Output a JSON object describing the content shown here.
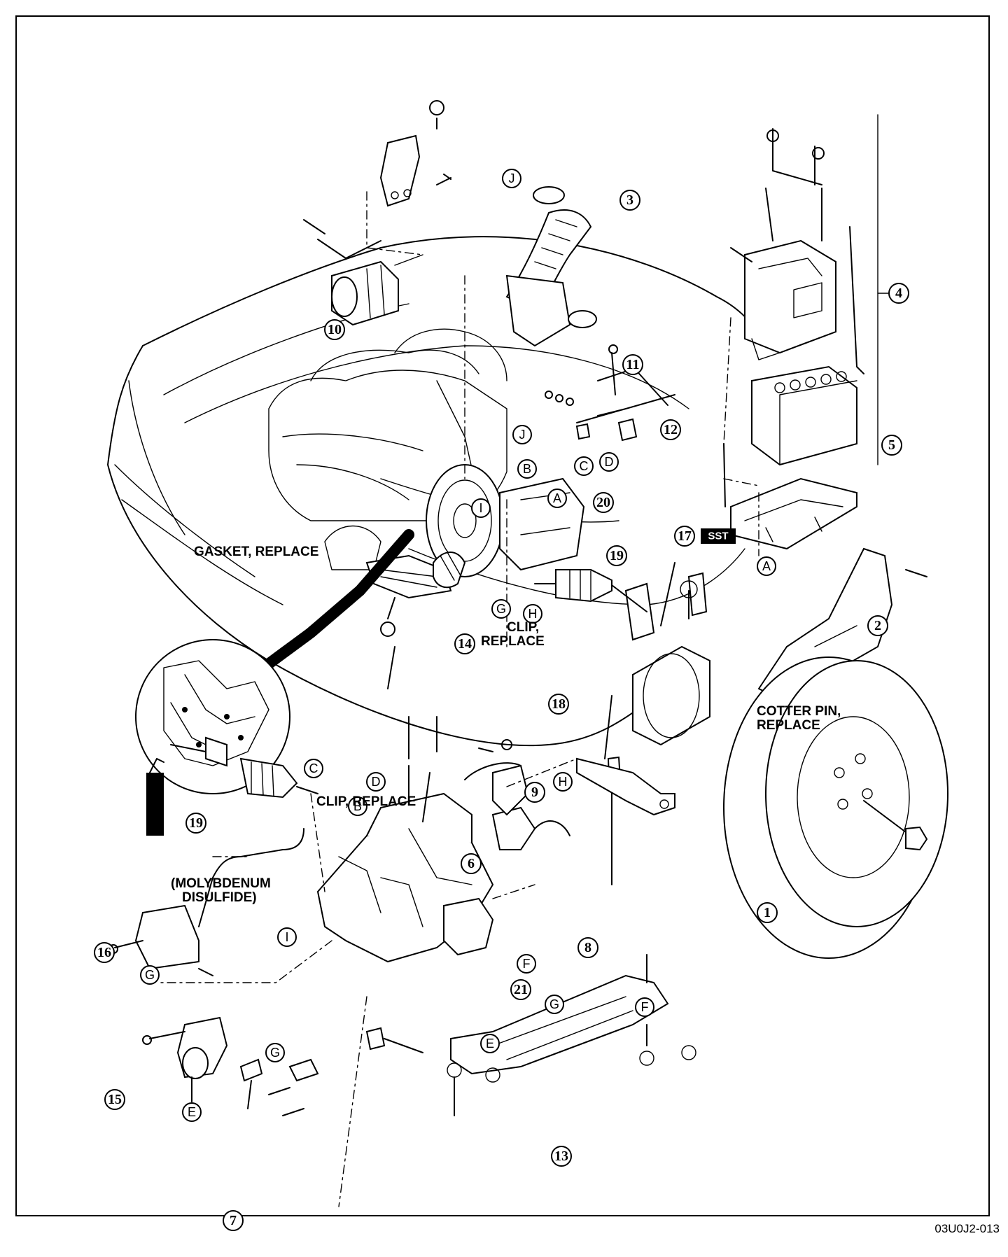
{
  "figure_id": "03U0J2-013",
  "callouts": {
    "c1": "1",
    "c2": "2",
    "c3": "3",
    "c4": "4",
    "c5": "5",
    "c6": "6",
    "c7": "7",
    "c8": "8",
    "c9": "9",
    "c10": "10",
    "c11": "11",
    "c12": "12",
    "c13": "13",
    "c14": "14",
    "c15": "15",
    "c16": "16",
    "c17": "17",
    "c18": "18",
    "c19a": "19",
    "c19b": "19",
    "c20": "20",
    "c21": "21"
  },
  "letters": {
    "A1": "A",
    "A2": "A",
    "B1": "B",
    "B2": "B",
    "C1": "C",
    "C2": "C",
    "D1": "D",
    "D2": "D",
    "E1": "E",
    "E2": "E",
    "F1": "F",
    "F2": "F",
    "G1": "G",
    "G2": "G",
    "G3": "G",
    "G4": "G",
    "H1": "H",
    "H2": "H",
    "I1": "I",
    "I2": "I",
    "J1": "J",
    "J2": "J"
  },
  "notes": {
    "gasket": "GASKET, REPLACE",
    "clip_line1": "CLIP,",
    "clip_line2": "REPLACE",
    "cotter_line1": "COTTER PIN,",
    "cotter_line2": "REPLACE",
    "clip_replace": "CLIP, REPLACE",
    "moly_line1": "(MOLYBDENUM",
    "moly_line2": "DISULFIDE)",
    "sst": "SST"
  }
}
